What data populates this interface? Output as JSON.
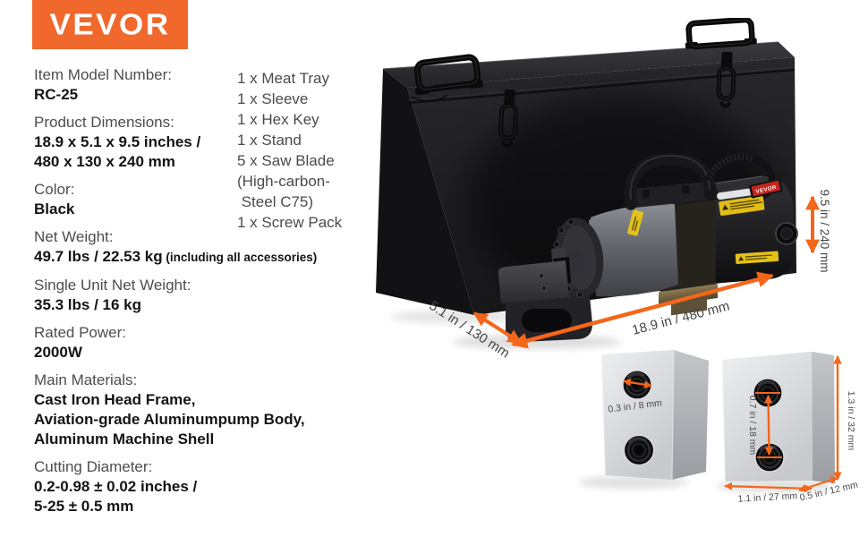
{
  "brand": {
    "logo_text": "VEVOR",
    "logo_bg": "#F0682C",
    "logo_fg": "#FFFFFF"
  },
  "colors": {
    "accent_orange": "#F4661A",
    "spec_label_gray": "#4D4D4F",
    "spec_value_black": "#141414",
    "dimension_text": "#454547",
    "case_black": "#1C1C1F",
    "block_silver": "#D9DBDE"
  },
  "specs": {
    "items": [
      {
        "label": "Item Model Number:",
        "lines": [
          "RC-25"
        ]
      },
      {
        "label": "Product Dimensions:",
        "lines": [
          "18.9 x 5.1 x 9.5 inches /",
          "480 x 130 x 240 mm"
        ]
      },
      {
        "label": "Color:",
        "lines": [
          "Black"
        ]
      },
      {
        "label": "Net Weight:",
        "lines": [
          {
            "text": "49.7 lbs / 22.53 kg",
            "note": "(including all accessories)"
          }
        ]
      },
      {
        "label": "Single Unit Net Weight:",
        "lines": [
          "35.3 lbs / 16 kg"
        ]
      },
      {
        "label": "Rated Power:",
        "lines": [
          "2000W"
        ]
      },
      {
        "label": "Main Materials:",
        "lines": [
          "Cast Iron Head Frame,",
          "Aviation-grade Aluminumpump Body,",
          "Aluminum Machine Shell"
        ]
      },
      {
        "label": "Cutting Diameter:",
        "lines": [
          "0.2-0.98 ± 0.02 inches /",
          "5-25 ± 0.5 mm"
        ]
      }
    ]
  },
  "package_contents": {
    "lines": [
      "1 x Meat Tray",
      "1 x Sleeve",
      "1 x Hex Key",
      "1 x Stand",
      "5 x Saw Blade",
      "(High-carbon-",
      " Steel C75)",
      "1 x Screw Pack"
    ]
  },
  "dimensions": {
    "height": "9.5 in / 240 mm",
    "depth": "5.1 in / 130 mm",
    "length": "18.9 in / 480 mm"
  },
  "blocks": {
    "hole_small": "0.3 in / 8 mm",
    "hole_spacing": "0.7 in / 18 mm",
    "height": "1.3 in / 32 mm",
    "width": "1.1 in / 27 mm",
    "depth": "0.5 in / 12 mm"
  }
}
